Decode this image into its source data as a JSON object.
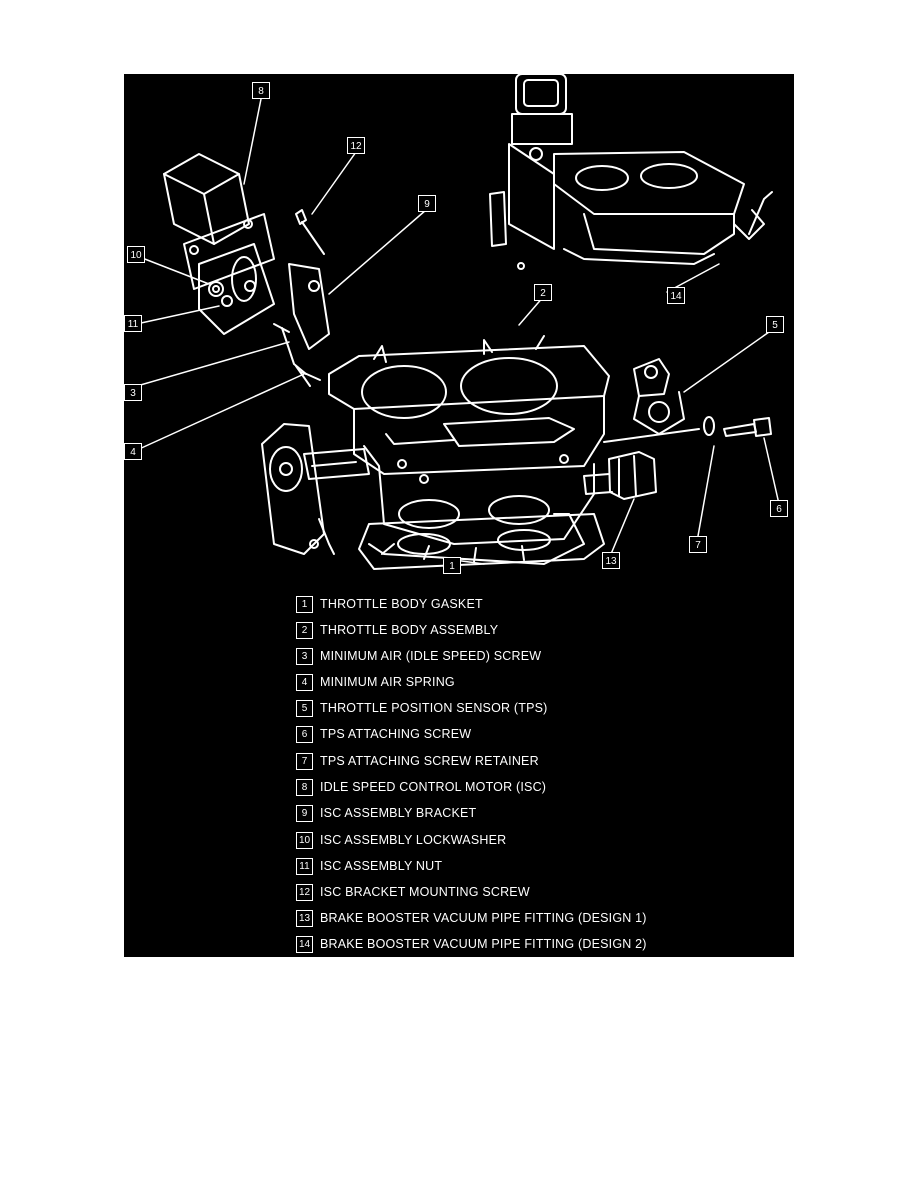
{
  "diagram": {
    "callouts": [
      "1",
      "2",
      "3",
      "4",
      "5",
      "6",
      "7",
      "8",
      "9",
      "10",
      "11",
      "12",
      "13",
      "14"
    ],
    "legend": [
      {
        "num": "1",
        "label": "THROTTLE BODY GASKET"
      },
      {
        "num": "2",
        "label": "THROTTLE BODY ASSEMBLY"
      },
      {
        "num": "3",
        "label": "MINIMUM AIR (IDLE SPEED) SCREW"
      },
      {
        "num": "4",
        "label": "MINIMUM AIR SPRING"
      },
      {
        "num": "5",
        "label": "THROTTLE POSITION SENSOR (TPS)"
      },
      {
        "num": "6",
        "label": "TPS ATTACHING SCREW"
      },
      {
        "num": "7",
        "label": "TPS ATTACHING SCREW RETAINER"
      },
      {
        "num": "8",
        "label": "IDLE SPEED CONTROL MOTOR (ISC)"
      },
      {
        "num": "9",
        "label": "ISC ASSEMBLY BRACKET"
      },
      {
        "num": "10",
        "label": "ISC ASSEMBLY LOCKWASHER"
      },
      {
        "num": "11",
        "label": "ISC ASSEMBLY NUT"
      },
      {
        "num": "12",
        "label": "ISC BRACKET MOUNTING SCREW"
      },
      {
        "num": "13",
        "label": "BRAKE BOOSTER VACUUM PIPE FITTING (DESIGN 1)"
      },
      {
        "num": "14",
        "label": "BRAKE BOOSTER VACUUM PIPE FITTING (DESIGN 2)"
      }
    ]
  }
}
